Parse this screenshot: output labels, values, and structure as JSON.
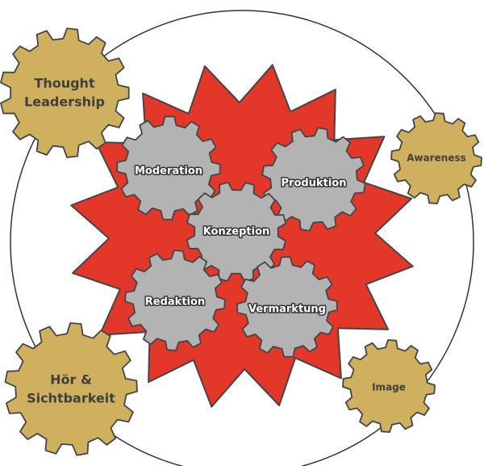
{
  "colors": {
    "red": "#e3372a",
    "gold": "#cfb05f",
    "gray": "#b3b3b3",
    "outline": "#454545",
    "ring": "#333333"
  },
  "outer_gears": [
    {
      "lines": [
        "Thought",
        "Leadership"
      ]
    },
    {
      "lines": [
        "Awareness"
      ]
    },
    {
      "lines": [
        "Hör &",
        "Sichtbarkeit"
      ]
    },
    {
      "lines": [
        "Image"
      ]
    }
  ],
  "inner_gears": [
    {
      "label": "Moderation"
    },
    {
      "label": "Produktion"
    },
    {
      "label": "Konzeption"
    },
    {
      "label": "Redaktion"
    },
    {
      "label": "Vermarktung"
    }
  ]
}
